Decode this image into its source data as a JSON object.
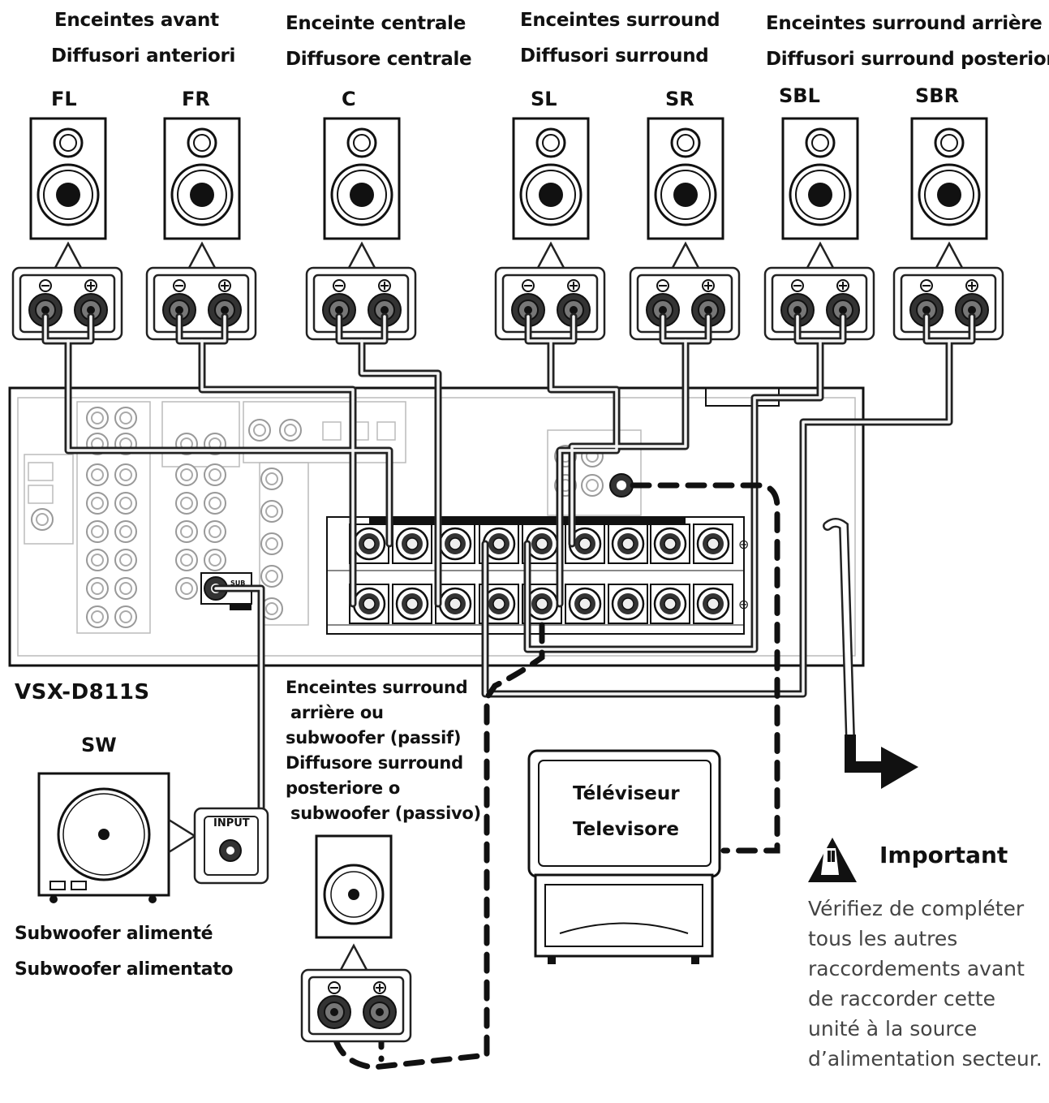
{
  "groups": {
    "front": {
      "fr": "Enceintes avant",
      "it": "Diffusori anteriori"
    },
    "center": {
      "fr": "Enceinte centrale",
      "it": "Diffusore centrale"
    },
    "surround": {
      "fr": "Enceintes surround",
      "it": "Diffusori surround"
    },
    "surround_back": {
      "fr": "Enceintes surround arrière",
      "it": "Diffusori surround posteriori"
    }
  },
  "channels": [
    "FL",
    "FR",
    "C",
    "SL",
    "SR",
    "SBL",
    "SBR"
  ],
  "receiver": {
    "model": "VSX-D811S"
  },
  "subwoofer": {
    "channel": "SW",
    "input_label": "INPUT",
    "fr": "Subwoofer alimenté",
    "it": "Subwoofer alimentato"
  },
  "passive": {
    "lines": [
      "Enceintes surround",
      "arrière ou",
      "subwoofer (passif)",
      "Diffusore surround",
      "posteriore o",
      "subwoofer (passivo)"
    ]
  },
  "tv": {
    "fr": "Téléviseur",
    "it": "Televisore"
  },
  "important": {
    "title": "Important",
    "text": "Vérifiez de compléter tous les autres raccordements avant de raccorder cette unité à la source d’alimentation secteur."
  }
}
